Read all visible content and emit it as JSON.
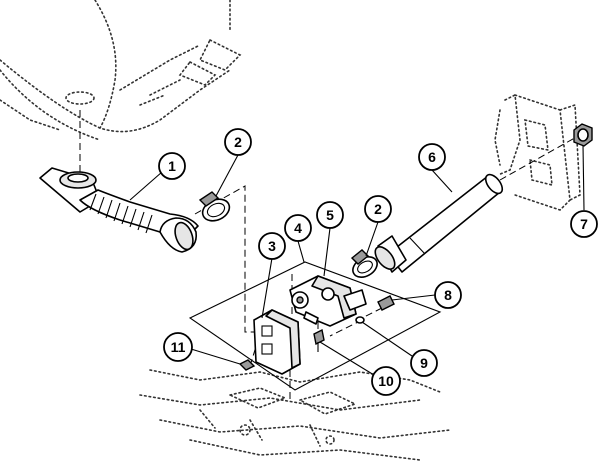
{
  "diagram": {
    "callouts": [
      {
        "id": "c1",
        "label": "1"
      },
      {
        "id": "c2a",
        "label": "2"
      },
      {
        "id": "c2b",
        "label": "2"
      },
      {
        "id": "c3",
        "label": "3"
      },
      {
        "id": "c4",
        "label": "4"
      },
      {
        "id": "c5",
        "label": "5"
      },
      {
        "id": "c6",
        "label": "6"
      },
      {
        "id": "c7",
        "label": "7"
      },
      {
        "id": "c8",
        "label": "8"
      },
      {
        "id": "c9",
        "label": "9"
      },
      {
        "id": "c10",
        "label": "10"
      },
      {
        "id": "c11",
        "label": "11"
      }
    ],
    "colors": {
      "line": "#000000",
      "fill": "#ffffff",
      "shade": "#e6e6e6"
    }
  }
}
